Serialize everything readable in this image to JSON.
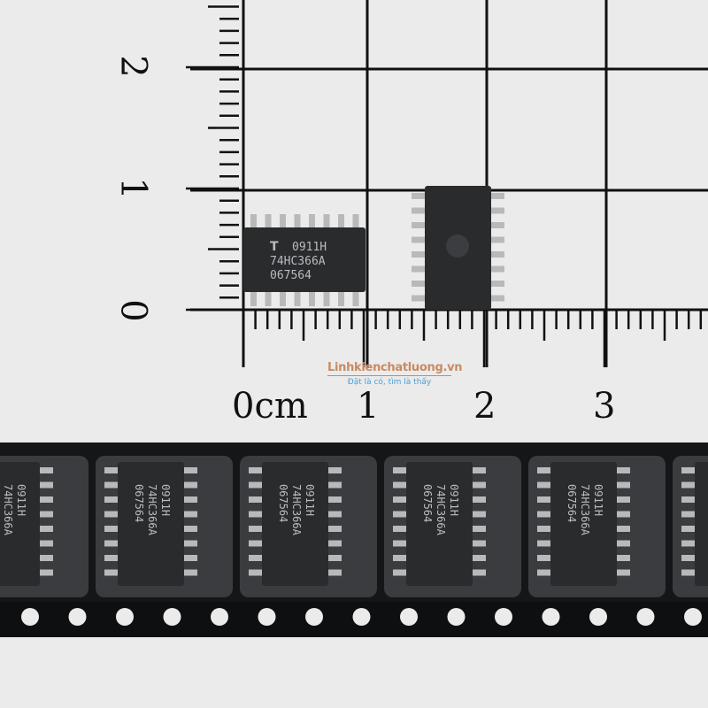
{
  "ruler": {
    "vertical_labels": [
      "2",
      "1",
      "0"
    ],
    "horizontal_labels": [
      "0cm",
      "1",
      "2",
      "3"
    ]
  },
  "chip_marking": {
    "lines": [
      "0911H",
      "74HC366A",
      "067564"
    ]
  },
  "watermark": {
    "name": "Linhkienchatluong.vn",
    "tagline": "Đặt là có, tìm là thấy"
  },
  "colors": {
    "background": "#ebebeb",
    "grid": "#111111",
    "chip_body": "#2a2b2d",
    "pin": "#b9b9b9",
    "tape": "#151618",
    "pocket": "#3a3c40",
    "marking": "#b8bcc2"
  }
}
